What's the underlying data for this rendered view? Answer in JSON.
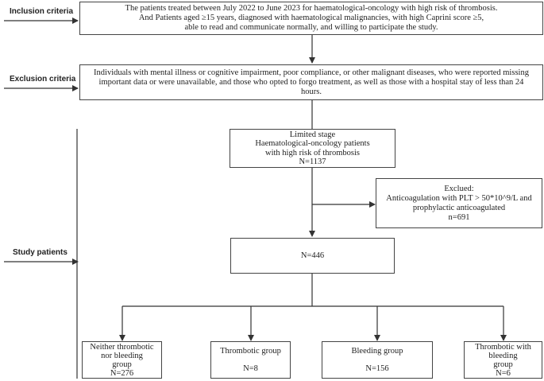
{
  "labels": {
    "inclusion": "Inclusion criteria",
    "exclusion": "Exclusion criteria",
    "study": "Study patients"
  },
  "boxes": {
    "inclusion": [
      "The patients treated between July 2022 to June 2023 for haematological-oncology with high risk of thrombosis.",
      "And Patients aged ≥15 years, diagnosed with haematological malignancies, with high Caprini score ≥5,",
      "able to read and communicate normally, and willing to participate the study."
    ],
    "exclusion": [
      "Individuals with mental illness or cognitive impairment, poor compliance, or other malignant diseases, who were reported missing",
      "important data or were unavailable, and those who opted to forgo treatment, as well as those with a hospital stay of less than 24",
      "hours."
    ],
    "limited": [
      "Limited stage",
      "Haematological-oncology patients",
      "with high risk of thrombosis",
      "N=1137"
    ],
    "excluded": [
      "Exclued:",
      "Anticoagulation with PLT > 50*10^9/L and",
      "prophylactic anticoagulated",
      "n=691"
    ],
    "total": [
      "N=446"
    ],
    "neither": [
      "Neither thrombotic",
      "nor bleeding",
      "group",
      "N=276"
    ],
    "thrombotic": [
      "Thrombotic group",
      "",
      "N=8"
    ],
    "bleeding": [
      "Bleeding group",
      "",
      "N=156"
    ],
    "both": [
      "Thrombotic with",
      "bleeding",
      "group",
      "N=6"
    ]
  }
}
